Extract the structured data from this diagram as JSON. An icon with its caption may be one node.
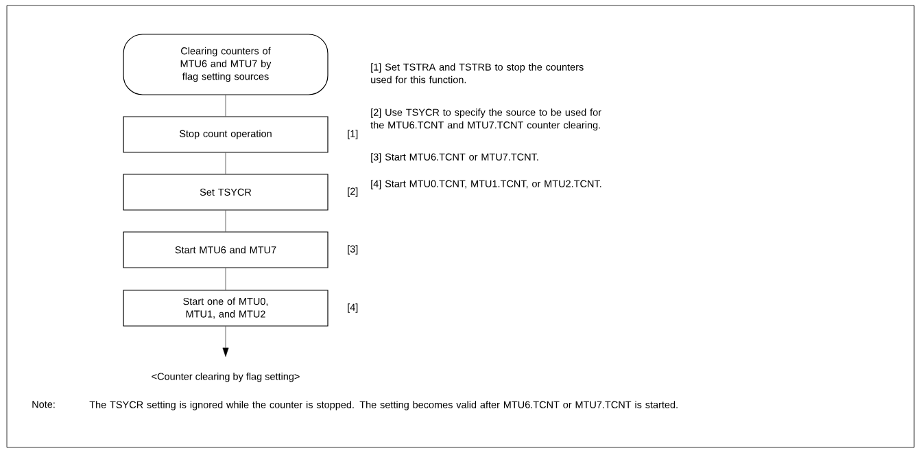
{
  "diagram": {
    "caption": "<Counter clearing by flag setting>",
    "nodes": [
      {
        "text": [
          "Clearing counters of MTU6 and MTU7 by flag setting sources"
        ]
      },
      {
        "text": [
          "Stop count operation"
        ],
        "beside": [
          "[1]"
        ]
      },
      {
        "text": [
          "Set TSYCR"
        ],
        "beside": [
          "[2]"
        ]
      },
      {
        "text": [
          "Start MTU6 and MTU7"
        ],
        "beside": [
          "[3]"
        ]
      },
      {
        "text": [
          "Start one of MTU0, MTU1, and MTU2"
        ],
        "beside": [
          "[4]"
        ]
      }
    ],
    "edges": [
      {
        "from": 0,
        "to": 1,
        "arrow": "none"
      },
      {
        "from": 1,
        "to": 2,
        "arrow": "none"
      },
      {
        "from": 2,
        "to": 3,
        "arrow": "none"
      },
      {
        "from": 3,
        "to": 4,
        "arrow": "none"
      },
      {
        "from": 4,
        "to": null,
        "arrow": "to"
      }
    ],
    "labels": [
      "[1] Set TSTRA and TSTRB to stop the counters used for this function.",
      "[2] Use TSYCR to specify the source to be used for the MTU6.TCNT and MTU7.TCNT counter clearing.",
      "[3] Start MTU6.TCNT or MTU7.TCNT.",
      "[4] Start MTU0.TCNT, MTU1.TCNT, or MTU2.TCNT.",
      "Note:",
      "The TSYCR setting is ignored while the counter is stopped. The setting becomes valid after MTU6.TCNT or MTU7.TCNT is started."
    ]
  }
}
